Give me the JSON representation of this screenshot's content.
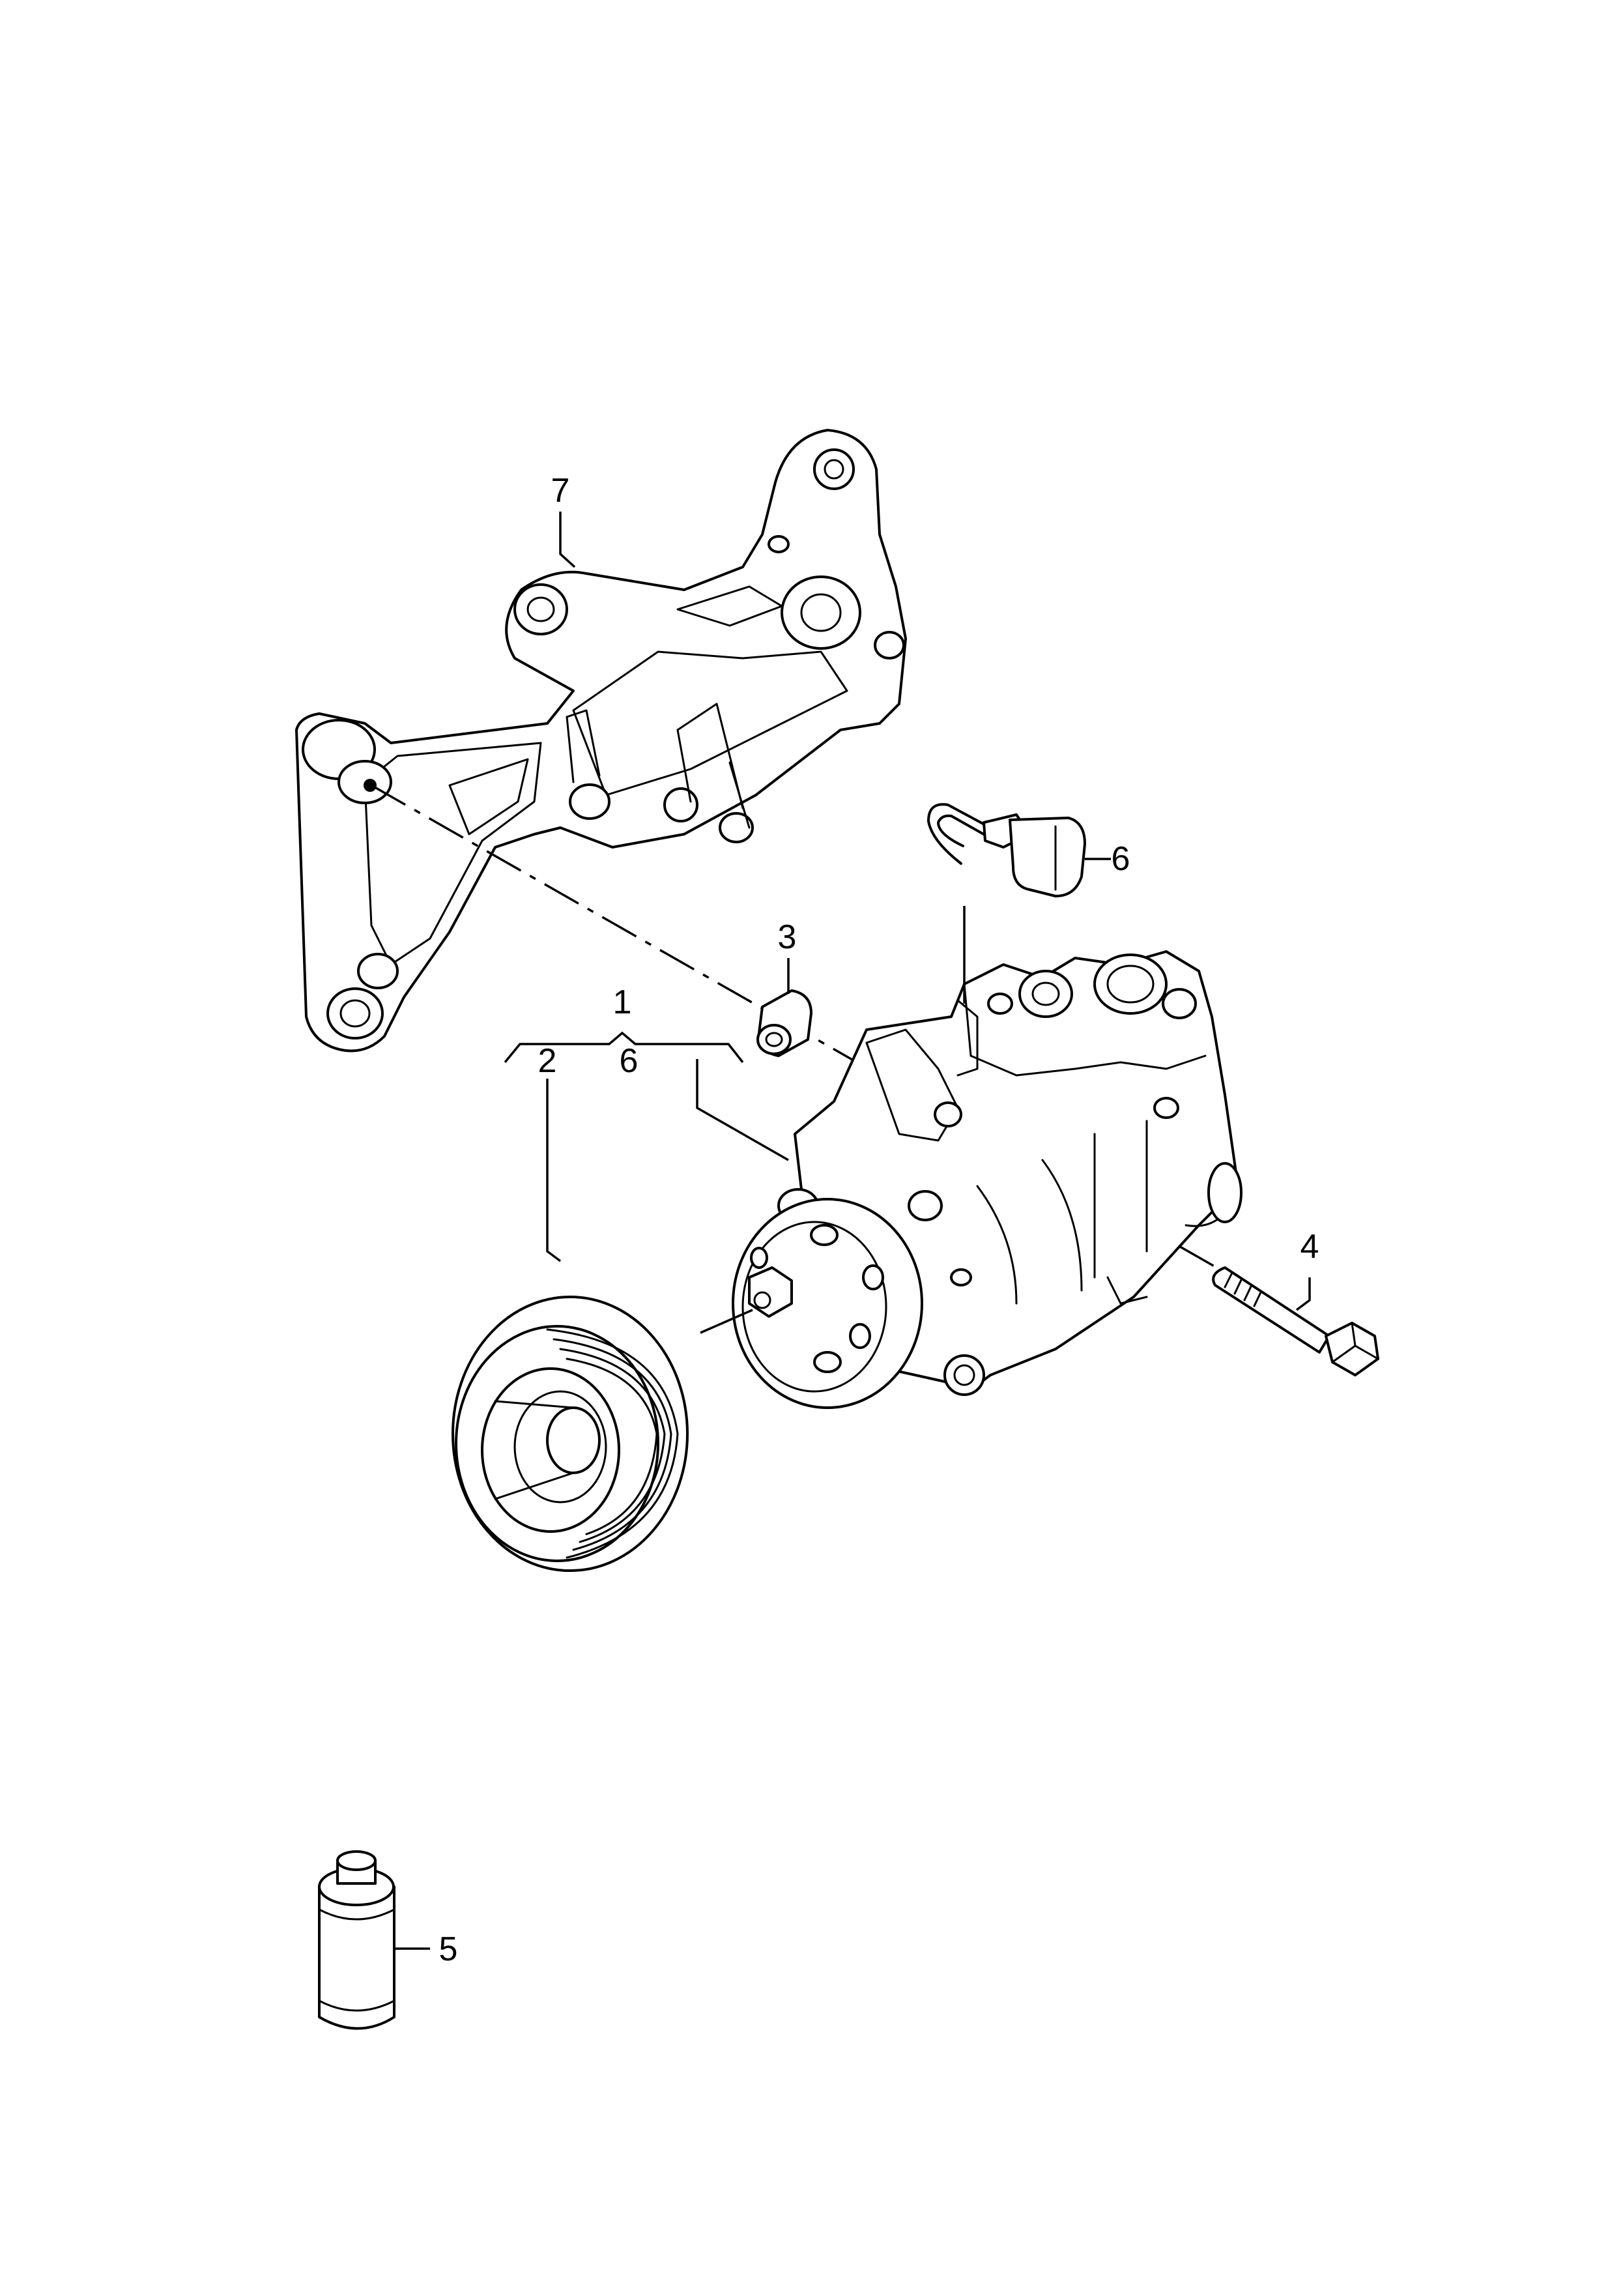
{
  "diagram": {
    "callouts": {
      "c1": "1",
      "c2": "2",
      "c3": "3",
      "c4": "4",
      "c5": "5",
      "c6_sensor": "6",
      "c6_group": "6",
      "c7": "7"
    },
    "parts": [
      {
        "key": "c7",
        "icon": "bracket-icon"
      },
      {
        "key": "c3",
        "icon": "bushing-icon"
      },
      {
        "key": "c6_sensor",
        "icon": "pressure-sensor-icon"
      },
      {
        "key": "c1",
        "icon": "compressor-icon"
      },
      {
        "key": "c2",
        "icon": "pulley-icon"
      },
      {
        "key": "c4",
        "icon": "bolt-icon"
      },
      {
        "key": "c5",
        "icon": "oil-bottle-icon"
      }
    ]
  }
}
